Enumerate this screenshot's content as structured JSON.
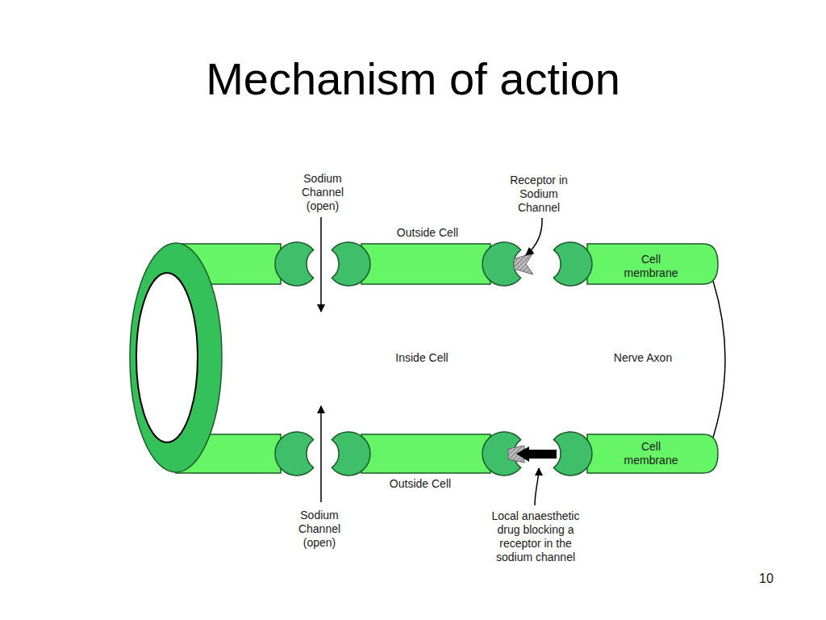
{
  "diagram": {
    "title": "Mechanism of action",
    "labels": [
      "Sodium Channel (open)",
      "Receptor in Sodium Channel",
      "Outside Cell",
      "Cell membrane",
      "Inside Cell",
      "Nerve Axon",
      "Cell membrane",
      "Outside Cell",
      "Sodium Channel (open)",
      "Local anaesthetic drug blocking a receptor in the sodium channel",
      "10"
    ]
  }
}
